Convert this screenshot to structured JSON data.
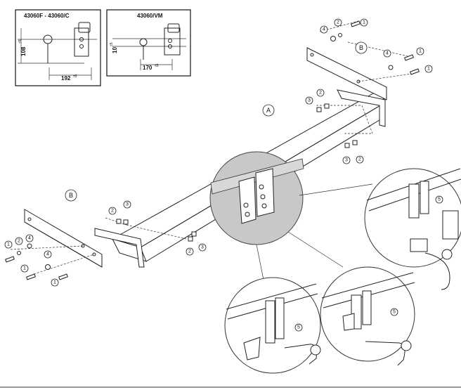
{
  "inset_left": {
    "title": "43060F - 43060/C",
    "dim_vertical": "108",
    "dim_vertical_tol": "±5",
    "dim_horizontal": "192",
    "dim_horizontal_tol": "±5"
  },
  "inset_right": {
    "title": "43060/VM",
    "dim_vertical": "10",
    "dim_vertical_tol": "±5",
    "dim_horizontal": "170",
    "dim_horizontal_tol": "±5"
  },
  "labels": {
    "crossbar": "A",
    "side_bracket": "B"
  },
  "parts": {
    "bolt": "1",
    "washer_small": "2",
    "nut": "3",
    "washer_large": "4",
    "towball": "5"
  }
}
